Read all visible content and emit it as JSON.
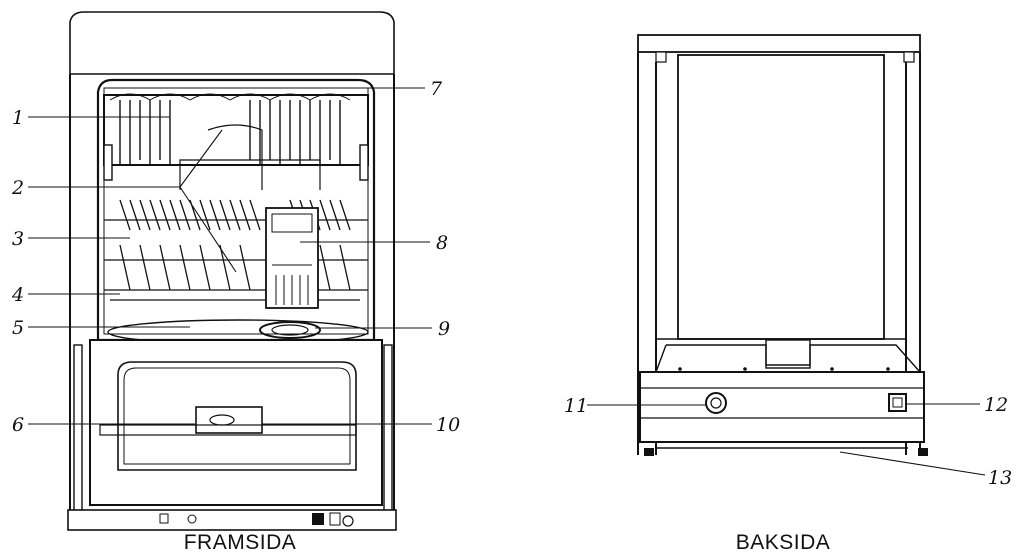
{
  "captions": {
    "front": "FRAMSIDA",
    "back": "BAKSIDA"
  },
  "callouts": {
    "n1": "1",
    "n2": "2",
    "n3": "3",
    "n4": "4",
    "n5": "5",
    "n6": "6",
    "n7": "7",
    "n8": "8",
    "n9": "9",
    "n10": "10",
    "n11": "11",
    "n12": "12",
    "n13": "13"
  },
  "colors": {
    "line": "#111111",
    "background": "#ffffff"
  }
}
